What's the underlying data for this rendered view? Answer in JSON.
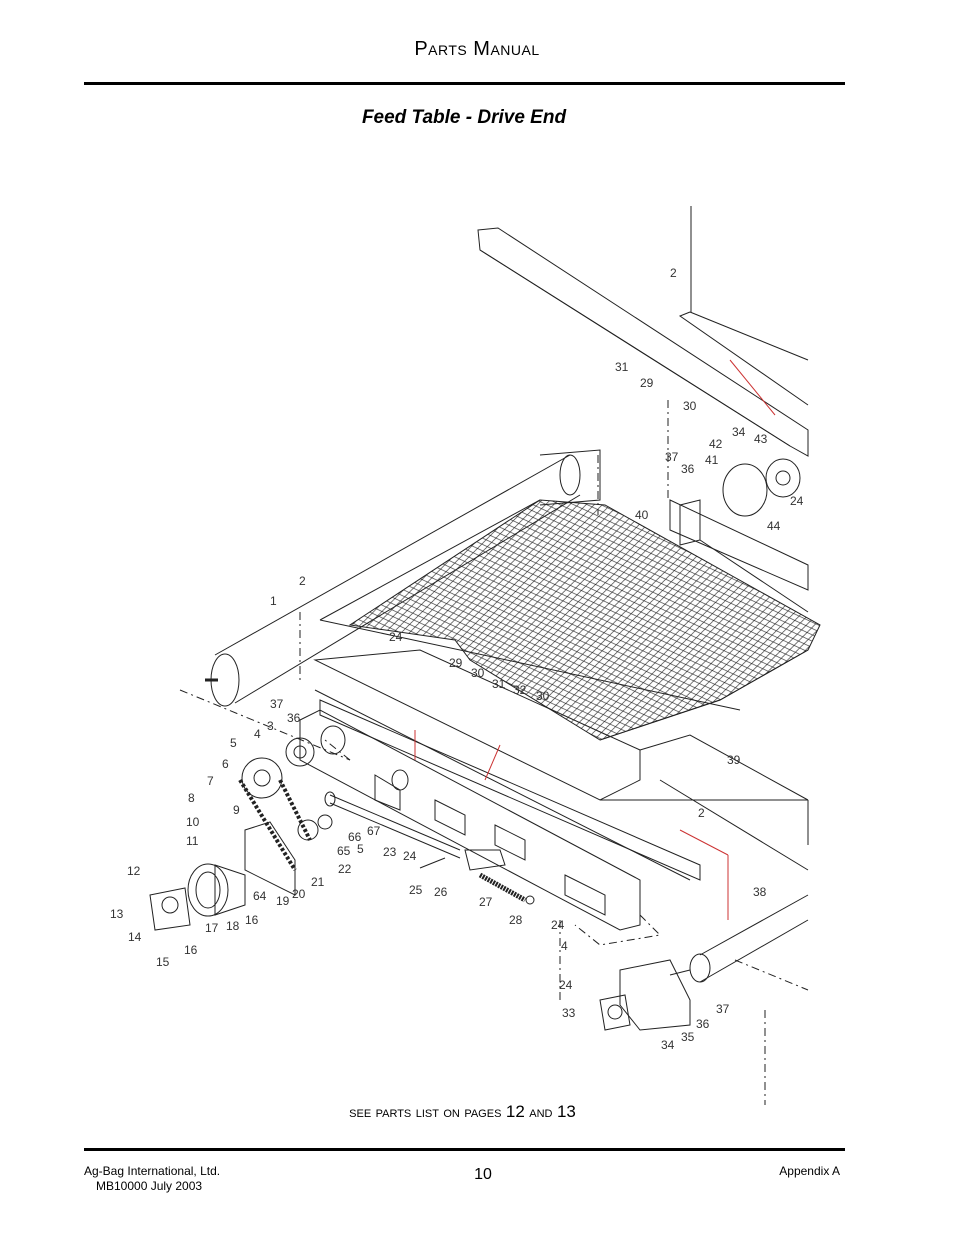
{
  "header": {
    "title": "Parts Manual"
  },
  "section": {
    "title": "Feed Table - Drive End"
  },
  "diagram": {
    "callouts": [
      {
        "label": "1"
      },
      {
        "label": "2"
      },
      {
        "label": "2"
      },
      {
        "label": "2"
      },
      {
        "label": "3"
      },
      {
        "label": "4"
      },
      {
        "label": "4"
      },
      {
        "label": "5"
      },
      {
        "label": "5"
      },
      {
        "label": "6"
      },
      {
        "label": "7"
      },
      {
        "label": "8"
      },
      {
        "label": "9"
      },
      {
        "label": "10"
      },
      {
        "label": "11"
      },
      {
        "label": "12"
      },
      {
        "label": "13"
      },
      {
        "label": "14"
      },
      {
        "label": "15"
      },
      {
        "label": "16"
      },
      {
        "label": "16"
      },
      {
        "label": "17"
      },
      {
        "label": "18"
      },
      {
        "label": "19"
      },
      {
        "label": "20"
      },
      {
        "label": "21"
      },
      {
        "label": "22"
      },
      {
        "label": "23"
      },
      {
        "label": "24"
      },
      {
        "label": "24"
      },
      {
        "label": "24"
      },
      {
        "label": "24"
      },
      {
        "label": "24"
      },
      {
        "label": "25"
      },
      {
        "label": "26"
      },
      {
        "label": "27"
      },
      {
        "label": "28"
      },
      {
        "label": "29"
      },
      {
        "label": "29"
      },
      {
        "label": "30"
      },
      {
        "label": "30"
      },
      {
        "label": "30"
      },
      {
        "label": "31"
      },
      {
        "label": "31"
      },
      {
        "label": "32"
      },
      {
        "label": "33"
      },
      {
        "label": "34"
      },
      {
        "label": "34"
      },
      {
        "label": "35"
      },
      {
        "label": "36"
      },
      {
        "label": "36"
      },
      {
        "label": "36"
      },
      {
        "label": "37"
      },
      {
        "label": "37"
      },
      {
        "label": "37"
      },
      {
        "label": "38"
      },
      {
        "label": "39"
      },
      {
        "label": "40"
      },
      {
        "label": "41"
      },
      {
        "label": "42"
      },
      {
        "label": "43"
      },
      {
        "label": "44"
      },
      {
        "label": "64"
      },
      {
        "label": "65"
      },
      {
        "label": "66"
      },
      {
        "label": "67"
      }
    ]
  },
  "see_parts": {
    "prefix": "see parts list on pages",
    "page_a": "12",
    "conj": "and",
    "page_b": "13"
  },
  "footer": {
    "company": "Ag-Bag International, Ltd.",
    "doc_id": "MB10000 July 2003",
    "page_number": "10",
    "appendix": "Appendix A"
  }
}
